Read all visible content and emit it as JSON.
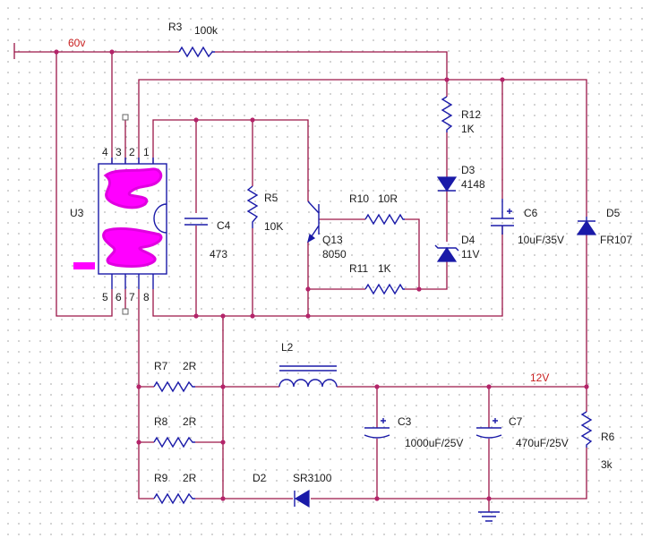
{
  "nets": {
    "v60": "60v",
    "v12": "12V"
  },
  "chip": {
    "ref": "U3",
    "pins": [
      "4",
      "3",
      "2",
      "1",
      "5",
      "6",
      "7",
      "8"
    ]
  },
  "components": {
    "r3": {
      "ref": "R3",
      "value": "100k"
    },
    "r12": {
      "ref": "R12",
      "value": "1K"
    },
    "d3": {
      "ref": "D3",
      "value": "4148"
    },
    "d4": {
      "ref": "D4",
      "value": "11V"
    },
    "c6": {
      "ref": "C6",
      "value": "10uF/35V"
    },
    "d5": {
      "ref": "D5",
      "value": "FR107"
    },
    "c4": {
      "ref": "C4",
      "value": "473"
    },
    "r5": {
      "ref": "R5",
      "value": "10K"
    },
    "q13": {
      "ref": "Q13",
      "value": "8050"
    },
    "r10": {
      "ref": "R10",
      "value": "10R"
    },
    "r11": {
      "ref": "R11",
      "value": "1K"
    },
    "l2": {
      "ref": "L2"
    },
    "r7": {
      "ref": "R7",
      "value": "2R"
    },
    "r8": {
      "ref": "R8",
      "value": "2R"
    },
    "r9": {
      "ref": "R9",
      "value": "2R"
    },
    "d2": {
      "ref": "D2",
      "value": "SR3100"
    },
    "c3": {
      "ref": "C3",
      "value": "1000uF/25V"
    },
    "c7": {
      "ref": "C7",
      "value": "470uF/25V"
    },
    "r6": {
      "ref": "R6",
      "value": "3k"
    }
  },
  "colors": {
    "wire": "#9c1648",
    "component": "#1a1aa8",
    "net_label": "#c81e1e",
    "redaction": "#ff00ff"
  }
}
